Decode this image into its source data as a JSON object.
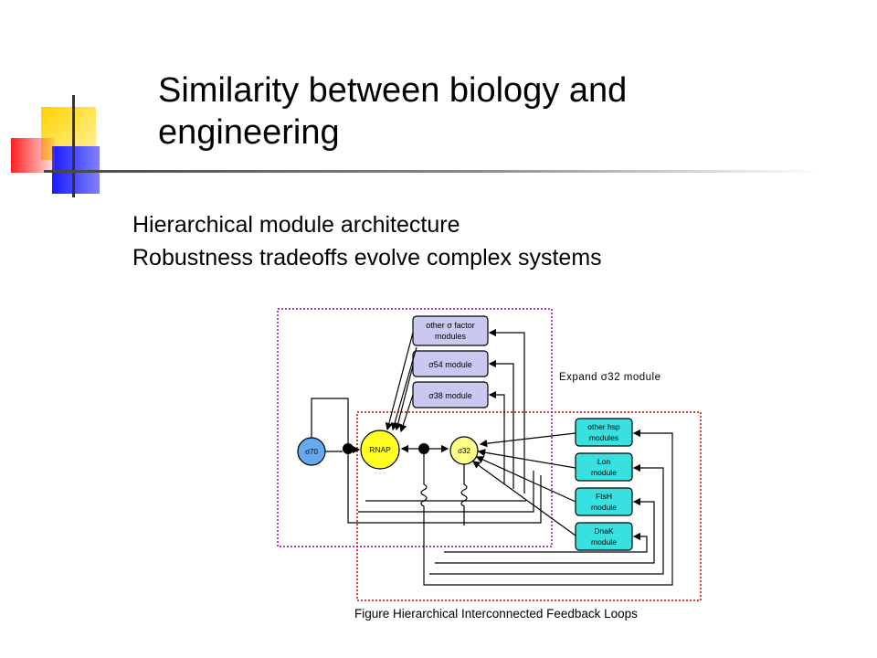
{
  "slide": {
    "title_line1": "Similarity between biology and",
    "title_line2": "engineering",
    "bullets": [
      "Hierarchical module architecture",
      "Robustness tradeoffs evolve complex systems"
    ]
  },
  "diagram": {
    "expand_label": "Expand σ32 module",
    "caption": "Figure Hierarchical Interconnected Feedback Loops",
    "modules": {
      "other_sigma_line1": "other σ factor",
      "other_sigma_line2": "modules",
      "s54": "σ54 module",
      "s38": "σ38 module",
      "other_hsp_line1": "other hsp",
      "other_hsp_line2": "modules",
      "lon_line1": "Lon",
      "lon_line2": "module",
      "ftsh_line1": "FtsH",
      "ftsh_line2": "module",
      "dnak_line1": "DnaK",
      "dnak_line2": "module"
    },
    "nodes": {
      "s70": "σ70",
      "rnap": "RNAP",
      "s32": "σ32"
    },
    "colors": {
      "module_fill": "#c8c8f0",
      "hsp_fill": "#38e0e0",
      "s70_fill": "#66aaee",
      "rnap_fill": "#ffff22",
      "s32_fill": "#ffff88",
      "outer_border": "#9900cc",
      "inner_border": "#cc0000"
    }
  }
}
